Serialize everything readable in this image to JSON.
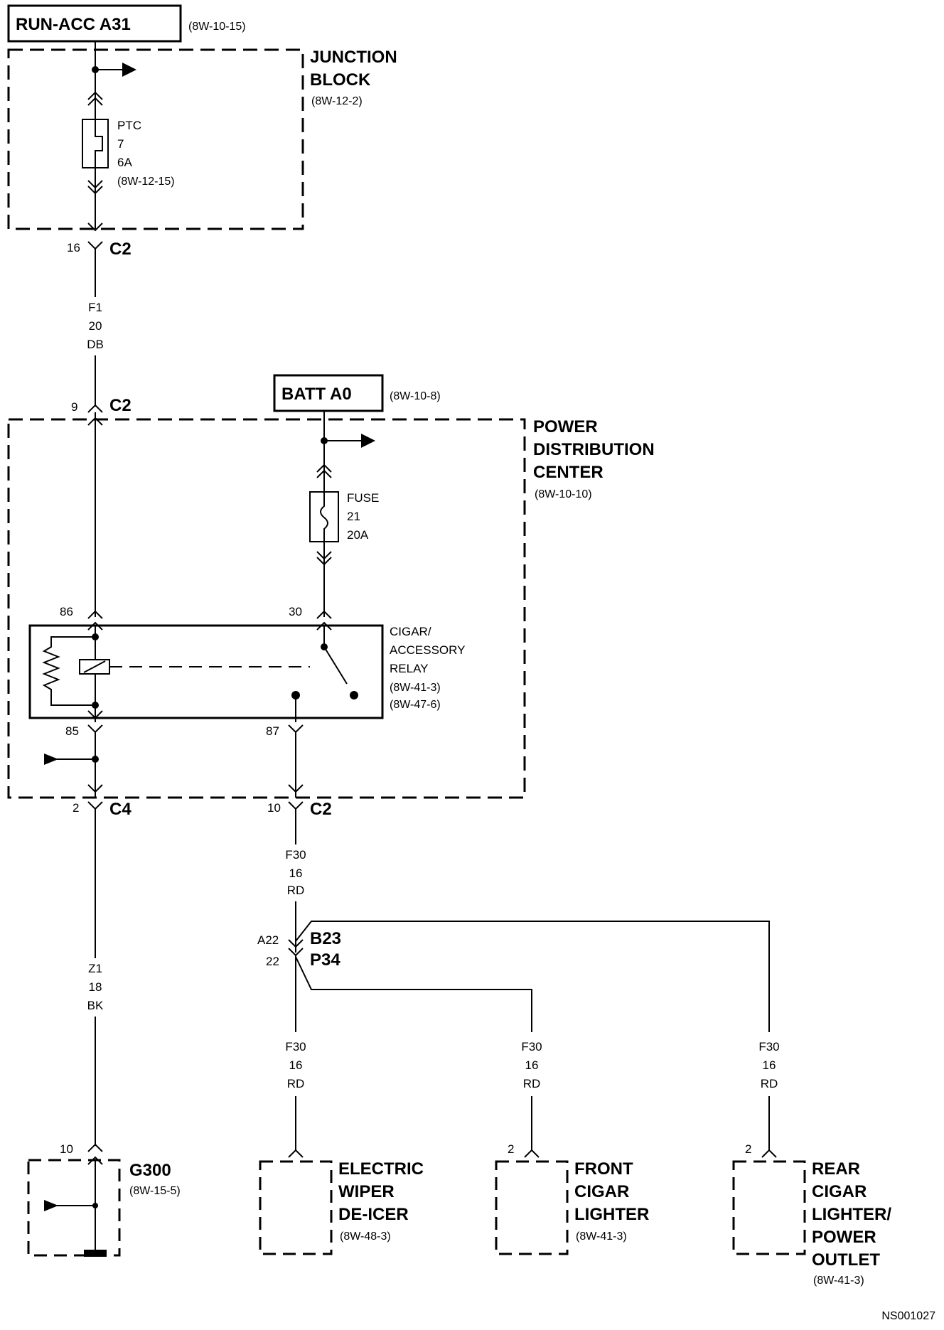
{
  "diagram": {
    "sources": {
      "run_acc": {
        "label": "RUN-ACC A31",
        "ref": "(8W-10-15)"
      },
      "batt": {
        "label": "BATT A0",
        "ref": "(8W-10-8)"
      }
    },
    "junction_block": {
      "title_line1": "JUNCTION",
      "title_line2": "BLOCK",
      "ref": "(8W-12-2)",
      "ptc": {
        "line1": "PTC",
        "line2": "7",
        "line3": "6A",
        "line4": "(8W-12-15)"
      }
    },
    "pdc": {
      "title_line1": "POWER",
      "title_line2": "DISTRIBUTION",
      "title_line3": "CENTER",
      "ref": "(8W-10-10)",
      "fuse": {
        "line1": "FUSE",
        "line2": "21",
        "line3": "20A"
      },
      "relay": {
        "line1": "CIGAR/",
        "line2": "ACCESSORY",
        "line3": "RELAY",
        "ref1": "(8W-41-3)",
        "ref2": "(8W-47-6)",
        "pin86": "86",
        "pin30": "30",
        "pin85": "85",
        "pin87": "87"
      }
    },
    "connectors": {
      "jb_c2": {
        "pin": "16",
        "name": "C2"
      },
      "pdc_c2_in": {
        "pin": "9",
        "name": "C2"
      },
      "pdc_c4": {
        "pin": "2",
        "name": "C4"
      },
      "pdc_c2_out": {
        "pin": "10",
        "name": "C2"
      },
      "b23": {
        "pin": "A22",
        "name": "B23"
      },
      "p34": {
        "pin": "22",
        "name": "P34"
      }
    },
    "wires": {
      "f1": {
        "circuit": "F1",
        "gauge": "20",
        "color": "DB"
      },
      "f30_main": {
        "circuit": "F30",
        "gauge": "16",
        "color": "RD"
      },
      "z1": {
        "circuit": "Z1",
        "gauge": "18",
        "color": "BK"
      },
      "f30_wiper": {
        "circuit": "F30",
        "gauge": "16",
        "color": "RD"
      },
      "f30_front": {
        "circuit": "F30",
        "gauge": "16",
        "color": "RD"
      },
      "f30_rear": {
        "circuit": "F30",
        "gauge": "16",
        "color": "RD"
      }
    },
    "loads": {
      "g300": {
        "pin": "10",
        "label": "G300",
        "ref": "(8W-15-5)"
      },
      "wiper": {
        "line1": "ELECTRIC",
        "line2": "WIPER",
        "line3": "DE-ICER",
        "ref": "(8W-48-3)"
      },
      "front_lighter": {
        "pin": "2",
        "line1": "FRONT",
        "line2": "CIGAR",
        "line3": "LIGHTER",
        "ref": "(8W-41-3)"
      },
      "rear_outlet": {
        "pin": "2",
        "line1": "REAR",
        "line2": "CIGAR",
        "line3": "LIGHTER/",
        "line4": "POWER",
        "line5": "OUTLET",
        "ref": "(8W-41-3)"
      }
    },
    "figure_id": "NS001027"
  }
}
